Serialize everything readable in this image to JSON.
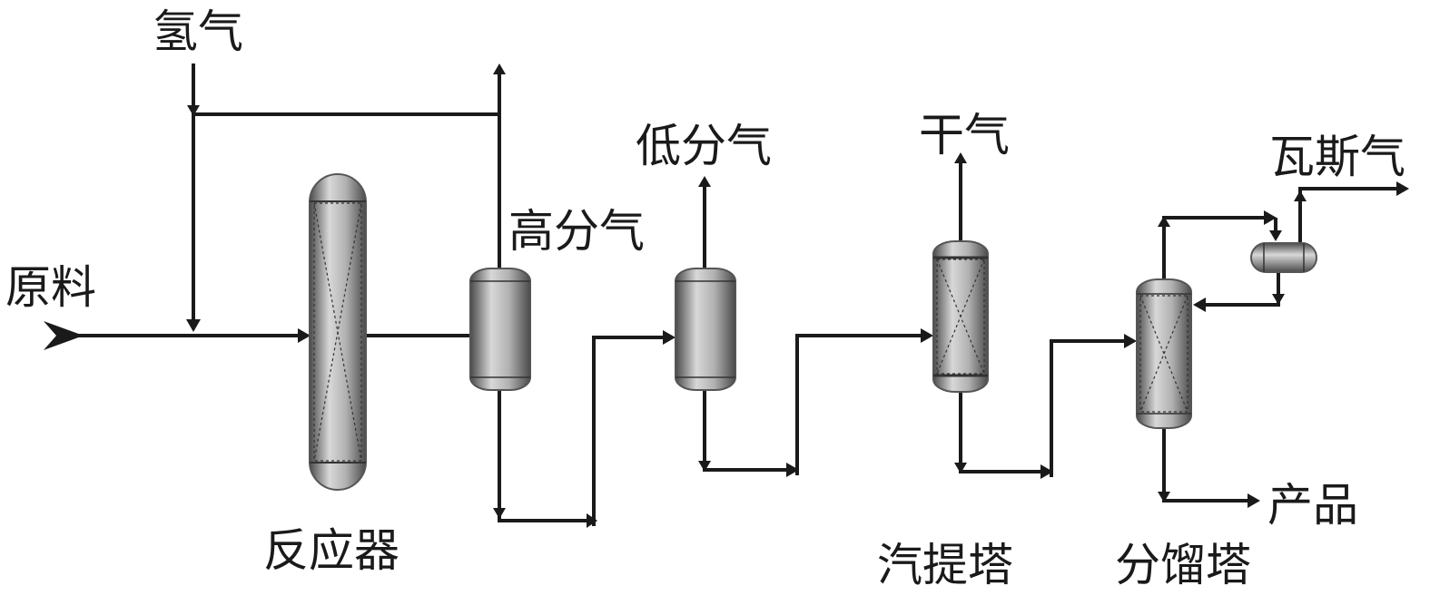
{
  "labels": {
    "hydrogen": "氢气",
    "feed": "原料",
    "high_pressure_gas": "高分气",
    "low_pressure_gas": "低分气",
    "dry_gas": "干气",
    "gas": "瓦斯气",
    "product": "产品",
    "reactor": "反应器",
    "stripper": "汽提塔",
    "fractionator": "分馏塔"
  },
  "colors": {
    "line": "#1a1a1a",
    "vessel_light": "#d8d8d8",
    "vessel_mid": "#9a9a9a",
    "vessel_dark": "#4a4a4a",
    "background": "#ffffff"
  }
}
